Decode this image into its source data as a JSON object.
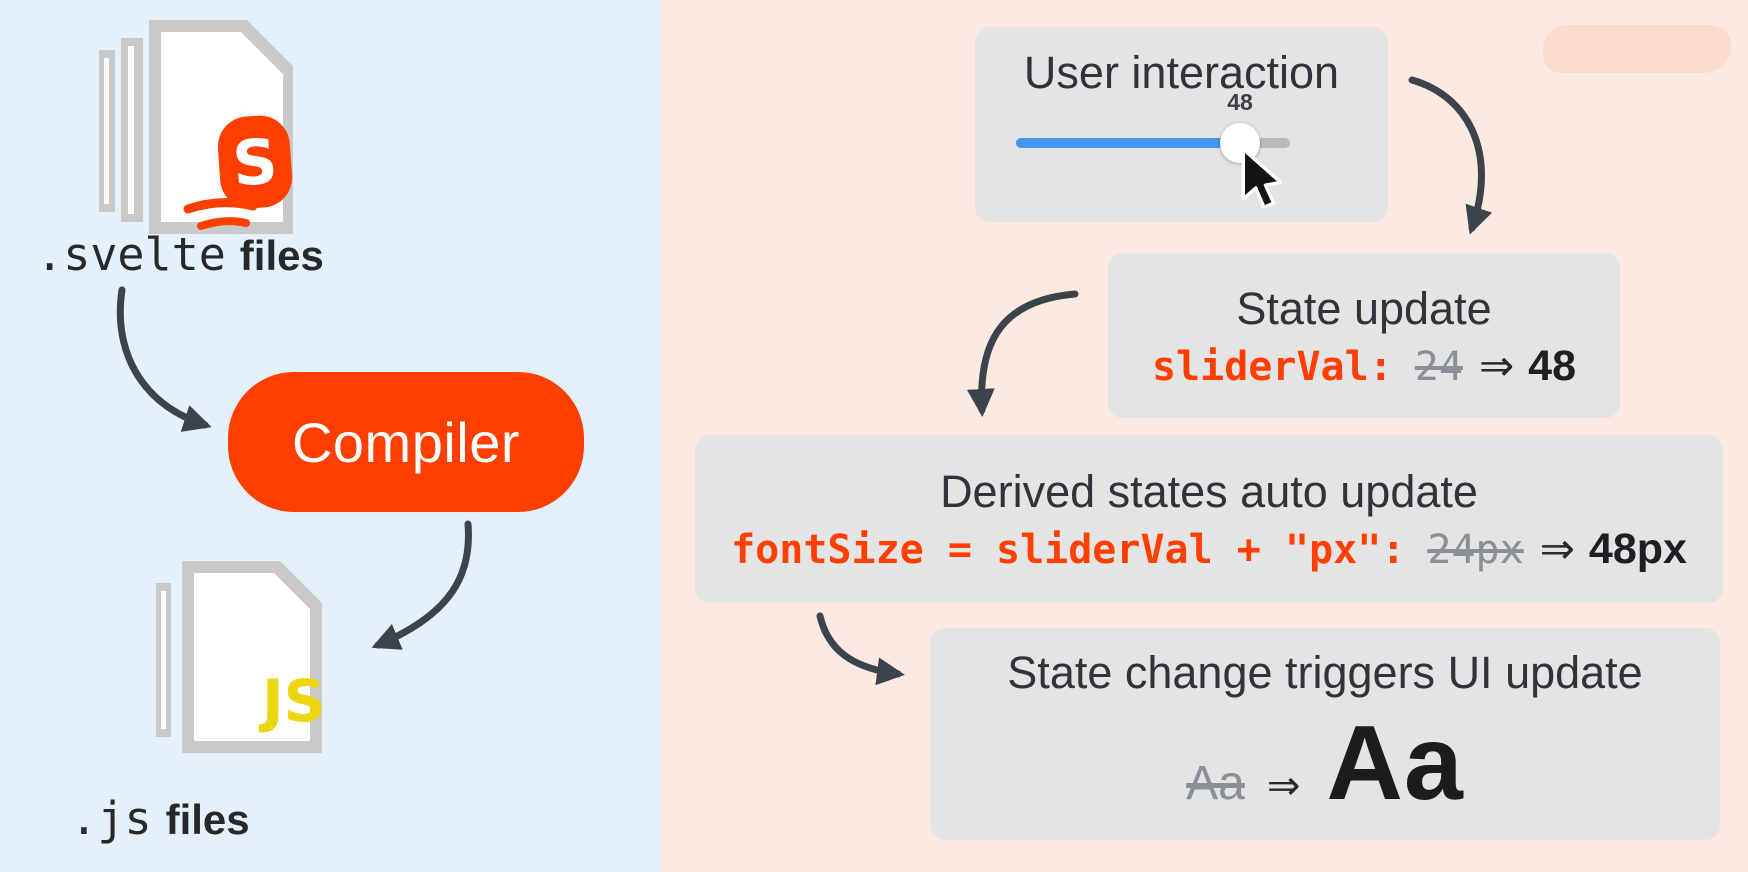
{
  "colors": {
    "accent_orange": "#ff3e00",
    "left_panel_bg": "#e4f1fb",
    "right_panel_bg": "#fce9e1",
    "box_bg": "#e4e4e4",
    "arrow_dark": "#3d434b",
    "slider_blue": "#4596ef",
    "js_yellow": "#ecd60f",
    "old_value_gray": "#8b9096"
  },
  "left": {
    "svelte_files": {
      "mono": ".svelte",
      "rest": "files"
    },
    "compiler_label": "Compiler",
    "js_files": {
      "mono": ".js",
      "rest": "files"
    },
    "js_badge": "JS",
    "svelte_badge": "S"
  },
  "right": {
    "user_interaction": {
      "title": "User interaction",
      "slider_value": "48"
    },
    "state_update": {
      "title": "State update",
      "code_key": "sliderVal:",
      "old_value": "24",
      "arrow": "⇒",
      "new_value": "48"
    },
    "derived": {
      "title": "Derived states auto update",
      "code_key": "fontSize = sliderVal + \"px\":",
      "old_value": "24px",
      "arrow": "⇒",
      "new_value": "48px"
    },
    "ui_update": {
      "title": "State change triggers UI update",
      "old_sample": "Aa",
      "arrow": "⇒",
      "new_sample": "Aa"
    }
  }
}
